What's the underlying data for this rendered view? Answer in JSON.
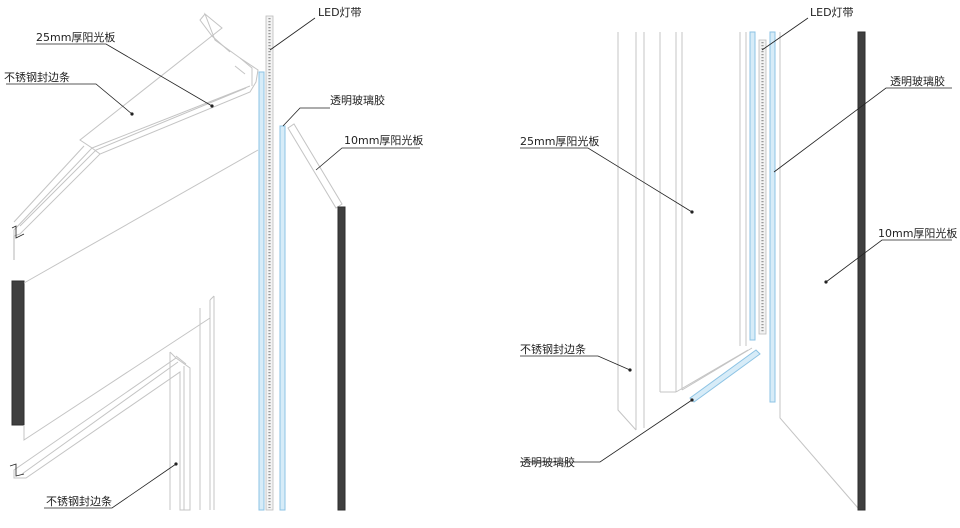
{
  "labels": {
    "l_led": "LED灯带",
    "l_25mm": "25mm厚阳光板",
    "l_strip_top": "不锈钢封边条",
    "l_glue": "透明玻璃胶",
    "l_10mm": "10mm厚阳光板",
    "l_strip_bottom": "不锈钢封边条",
    "r_led": "LED灯带",
    "r_glue_top": "透明玻璃胶",
    "r_25mm": "25mm厚阳光板",
    "r_10mm": "10mm厚阳光板",
    "r_strip": "不锈钢封边条",
    "r_glue_bottom": "透明玻璃胶"
  },
  "colors": {
    "glass": "#d7ecf8",
    "glass_edge": "#8cc3e4",
    "dark_panel": "#3f3f3f",
    "outline": "#c4c4c4",
    "leader": "#222222"
  }
}
